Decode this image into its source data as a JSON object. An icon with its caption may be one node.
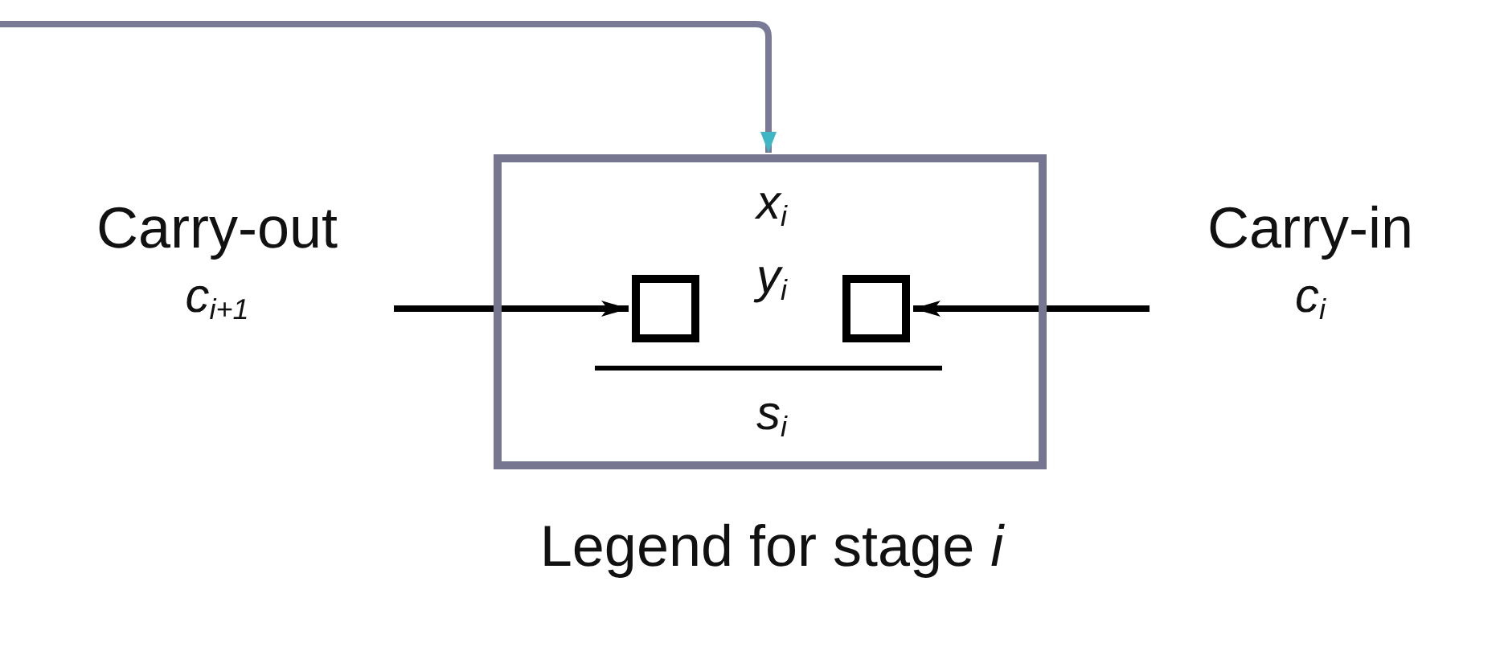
{
  "diagram": {
    "caption": "Legend for stage *i*",
    "nodes": [
      {
        "text": [
          "*x*$_{i}$",
          "*y*$_{i}$",
          "*s*$_{i}$"
        ]
      },
      {
        "text": [],
        "shape": "box",
        "in": 0
      },
      {
        "text": [],
        "shape": "box",
        "in": 0
      },
      {
        "text": [
          "Carry-out",
          "*c*$_{i+1}$"
        ]
      },
      {
        "text": [
          "Carry-in",
          "*c*$_{i}$"
        ]
      }
    ],
    "edges": [
      {
        "from": 3,
        "to": 1,
        "arrow": "to"
      },
      {
        "from": 4,
        "to": 2,
        "arrow": "to"
      },
      {
        "from": null,
        "to": 0,
        "arrow": "to",
        "color": "#7a7a96"
      }
    ]
  }
}
